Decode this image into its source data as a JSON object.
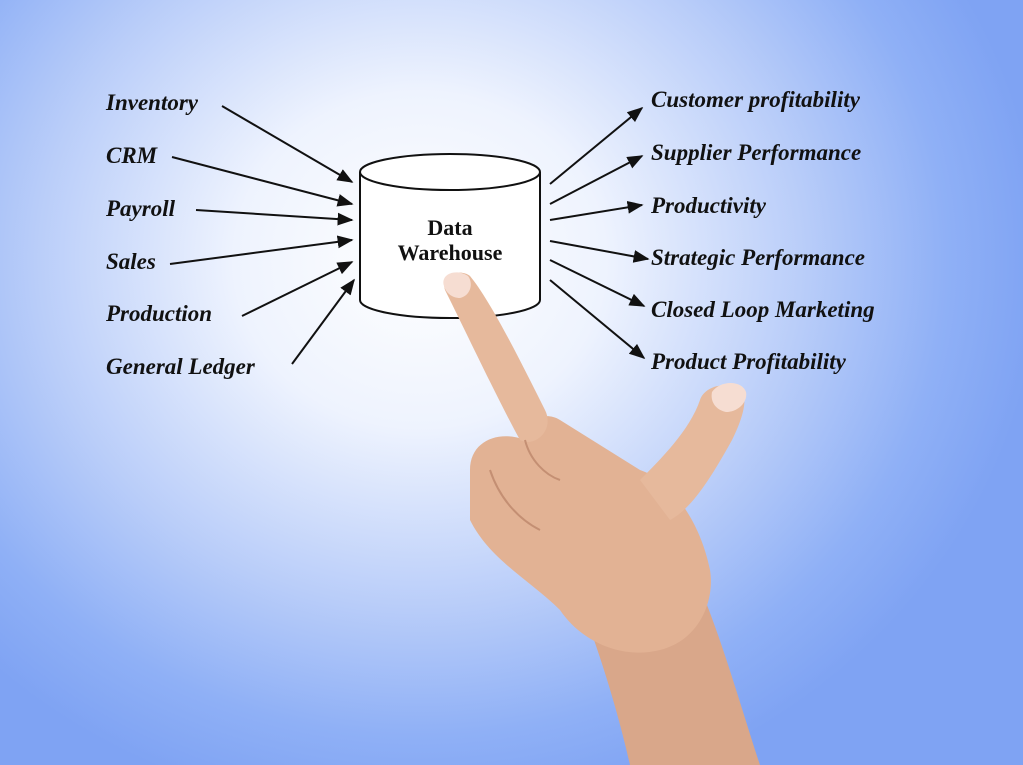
{
  "center": {
    "line1": "Data",
    "line2": "Warehouse"
  },
  "inputs": [
    "Inventory",
    "CRM",
    "Payroll",
    "Sales",
    "Production",
    "General Ledger"
  ],
  "outputs": [
    "Customer profitability",
    "Supplier Performance",
    "Productivity",
    "Strategic Performance",
    "Closed Loop Marketing",
    "Product Profitability"
  ],
  "colors": {
    "background_center": "#ffffff",
    "background_edge": "#7fa3f3",
    "ink": "#111111"
  }
}
